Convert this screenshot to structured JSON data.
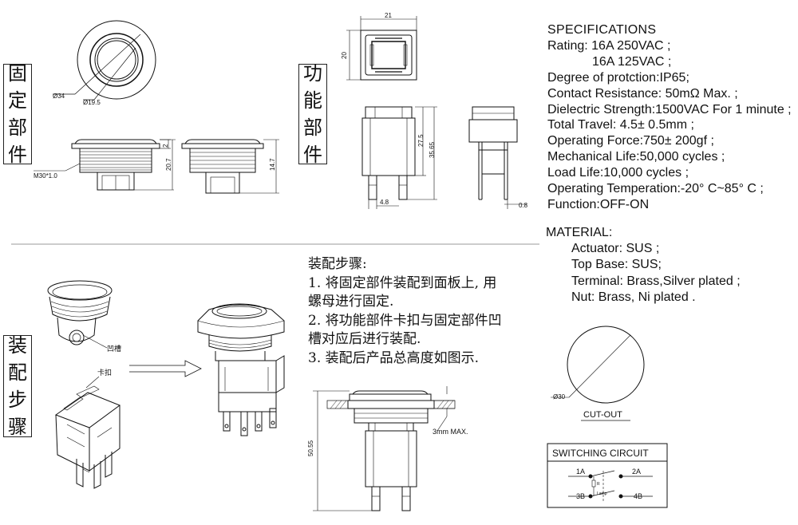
{
  "labels": {
    "fixed_parts": [
      "固",
      "定",
      "部",
      "件"
    ],
    "functional_parts": [
      "功",
      "能",
      "部",
      "件"
    ],
    "assembly_steps": [
      "装",
      "配",
      "步",
      "骤"
    ]
  },
  "dimensions": {
    "dia34": "Ø34",
    "dia19_5": "Ø19.5",
    "thread": "M30*1.0",
    "d2": "2",
    "d20_7": "20.7",
    "d14_7": "14.7",
    "d21": "21",
    "d20": "20",
    "d27_5": "27.5",
    "d35_65": "35.65",
    "d4_8": "4.8",
    "d0_8": "0.8",
    "d50_55": "50.55",
    "panel_max": "3mm MAX.",
    "dia30": "Ø30"
  },
  "callouts": {
    "groove": "凹槽",
    "clip": "卡扣"
  },
  "specifications": {
    "title": "SPECIFICATIONS",
    "rating_1": "Rating: 16A    250VAC ;",
    "rating_2": "16A    125VAC ;",
    "lines": [
      "Degree of protction:IP65;",
      "Contact Resistance: 50mΩ Max. ;",
      "Dielectric Strength:1500VAC For 1 minute ;",
      "Total Travel: 4.5± 0.5mm ;",
      "Operating Force:750± 200gf ;",
      "Mechanical Life:50,000 cycles ;",
      "Load Life:10,000 cycles ;",
      "Operating Temperation:-20° C~85° C ;",
      "Function:OFF-ON"
    ]
  },
  "material": {
    "title": "MATERIAL:",
    "items": [
      "Actuator: SUS ;",
      "Top Base: SUS;",
      "Terminal: Brass,Silver plated ;",
      "Nut: Brass, Ni plated ."
    ]
  },
  "assembly": {
    "title": "装配步骤:",
    "lines": [
      "1. 将固定部件装配到面板上, 用",
      "螺母进行固定.",
      "2. 将功能部件卡扣与固定部件凹",
      "槽对应后进行装配.",
      "3. 装配后产品总高度如图示."
    ]
  },
  "cutout": {
    "label": "CUT-OUT"
  },
  "switching": {
    "title": "SWITCHING CIRCUIT",
    "t1a": "1A",
    "t2a": "2A",
    "t3b": "3B",
    "t4b": "4B",
    "r": "R",
    "lamp": "Lamp"
  }
}
